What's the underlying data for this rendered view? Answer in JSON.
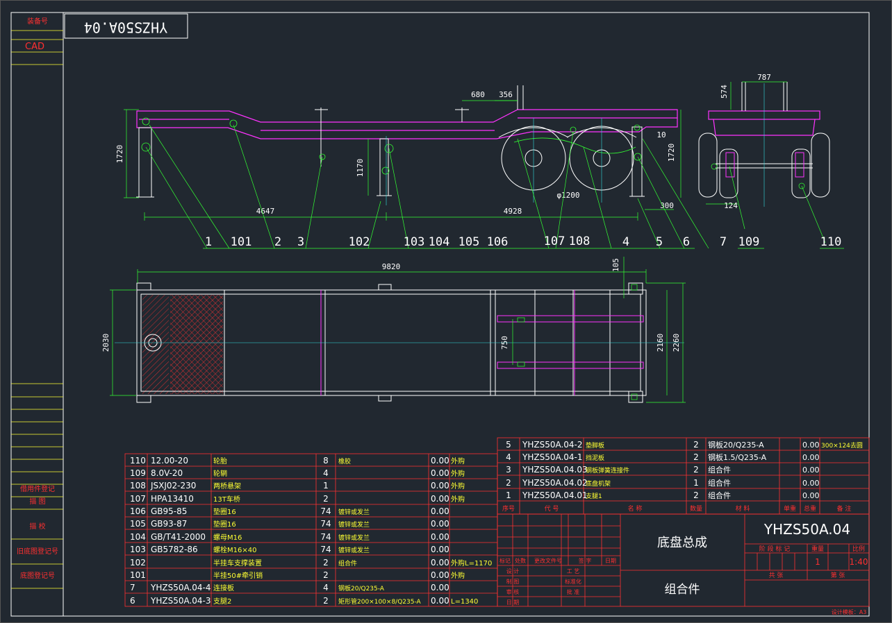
{
  "title_stamp": "YHZS50A.04",
  "left_strip": {
    "labels": [
      "装备号",
      "CAD",
      "借用件登记",
      "描 图",
      "描 校",
      "旧底图登记号",
      "底图登记号"
    ]
  },
  "side_view": {
    "dims": {
      "height_left": "1720",
      "height_right": "1720",
      "mid_height": "1170",
      "d680": "680",
      "d356": "356",
      "d10": "10",
      "d300": "300",
      "wheel": "φ1200",
      "len1": "4647",
      "len2": "4928"
    },
    "callouts": [
      "1",
      "101",
      "2",
      "3",
      "102",
      "103",
      "104",
      "105",
      "106",
      "107",
      "108",
      "4",
      "5",
      "6",
      "7"
    ]
  },
  "end_view": {
    "dims": {
      "d787": "787",
      "d574": "574",
      "d124": "124"
    },
    "callouts": [
      "109",
      "110"
    ]
  },
  "top_view": {
    "dims": {
      "overall": "9820",
      "d105": "105",
      "width": "2030",
      "d750": "750",
      "d2160": "2160",
      "d2260": "2260"
    }
  },
  "bom_left": {
    "rows": [
      {
        "no": "110",
        "code": "12.00-20",
        "name": "轮胎",
        "qty": "8",
        "mat": "橡胶",
        "wt": "0.00",
        "note": "外购"
      },
      {
        "no": "109",
        "code": "8.0V-20",
        "name": "轮辋",
        "qty": "4",
        "mat": "",
        "wt": "0.00",
        "note": "外购"
      },
      {
        "no": "108",
        "code": "JSXJ02-230",
        "name": "两桥悬架",
        "qty": "1",
        "mat": "",
        "wt": "0.00",
        "note": "外购"
      },
      {
        "no": "107",
        "code": "HPA13410",
        "name": "13T车桥",
        "qty": "2",
        "mat": "",
        "wt": "0.00",
        "note": "外购"
      },
      {
        "no": "106",
        "code": "GB95-85",
        "name": "垫圈16",
        "qty": "74",
        "mat": "镀锌或发兰",
        "wt": "0.00",
        "note": ""
      },
      {
        "no": "105",
        "code": "GB93-87",
        "name": "垫圈16",
        "qty": "74",
        "mat": "镀锌或发兰",
        "wt": "0.00",
        "note": ""
      },
      {
        "no": "104",
        "code": "GB/T41-2000",
        "name": "螺母M16",
        "qty": "74",
        "mat": "镀锌或发兰",
        "wt": "0.00",
        "note": ""
      },
      {
        "no": "103",
        "code": "GB5782-86",
        "name": "螺栓M16×40",
        "qty": "74",
        "mat": "镀锌或发兰",
        "wt": "0.00",
        "note": ""
      },
      {
        "no": "102",
        "code": "",
        "name": "半挂车支撑装置",
        "qty": "2",
        "mat": "组合件",
        "wt": "0.00",
        "note": "外购L=1170"
      },
      {
        "no": "101",
        "code": "",
        "name": "半挂50#牵引销",
        "qty": "2",
        "mat": "",
        "wt": "0.00",
        "note": "外购"
      },
      {
        "no": "7",
        "code": "YHZS50A.04-4",
        "name": "连接板",
        "qty": "4",
        "mat": "钢板20/Q235-A",
        "wt": "0.00",
        "note": ""
      },
      {
        "no": "6",
        "code": "YHZS50A.04-3",
        "name": "支腿2",
        "qty": "2",
        "mat": "矩形管200×100×8/Q235-A",
        "wt": "0.00",
        "note": "L=1340"
      }
    ]
  },
  "bom_right": {
    "rows": [
      {
        "no": "5",
        "code": "YHZS50A.04-2",
        "name": "垫脚板",
        "qty": "2",
        "mat": "钢板20/Q235-A",
        "wt": "0.00",
        "note": "300×124去圆"
      },
      {
        "no": "4",
        "code": "YHZS50A.04-1",
        "name": "挡泥板",
        "qty": "2",
        "mat": "钢板1.5/Q235-A",
        "wt": "0.00",
        "note": ""
      },
      {
        "no": "3",
        "code": "YHZS50A.04.03",
        "name": "钢板弹簧连接件",
        "qty": "2",
        "mat": "组合件",
        "wt": "0.00",
        "note": ""
      },
      {
        "no": "2",
        "code": "YHZS50A.04.02",
        "name": "底盘机架",
        "qty": "1",
        "mat": "组合件",
        "wt": "0.00",
        "note": ""
      },
      {
        "no": "1",
        "code": "YHZS50A.04.01",
        "name": "支腿1",
        "qty": "2",
        "mat": "组合件",
        "wt": "0.00",
        "note": ""
      }
    ],
    "header": [
      "序号",
      "代 号",
      "名 称",
      "数量",
      "材 料",
      "单重",
      "总重",
      "备 注"
    ]
  },
  "title_block": {
    "drawing_no": "YHZS50A.04",
    "drawing_name": "底盘总成",
    "type": "组合件",
    "stage_headers": [
      "阶 段 标 记",
      "重量",
      "比例"
    ],
    "count": "1",
    "scale": "1:40",
    "sheet_total": "共 张",
    "sheet_no": "第 张",
    "sign_rows": [
      "标记",
      "处数",
      "更改文件号",
      "签 字",
      "日期"
    ],
    "roles_left": [
      "设 计",
      "制 图",
      "审 核",
      "日 期"
    ],
    "roles_right": [
      "工 艺",
      "标准化",
      "批 准"
    ],
    "footer": "设计模板：A3"
  },
  "colors": {
    "background": "#212830",
    "frame": "#ffffff",
    "magenta": "#ff33ff",
    "green": "#33ff33",
    "cyan": "#33dddd",
    "red": "#ff3030",
    "yellow": "#ffff33"
  }
}
